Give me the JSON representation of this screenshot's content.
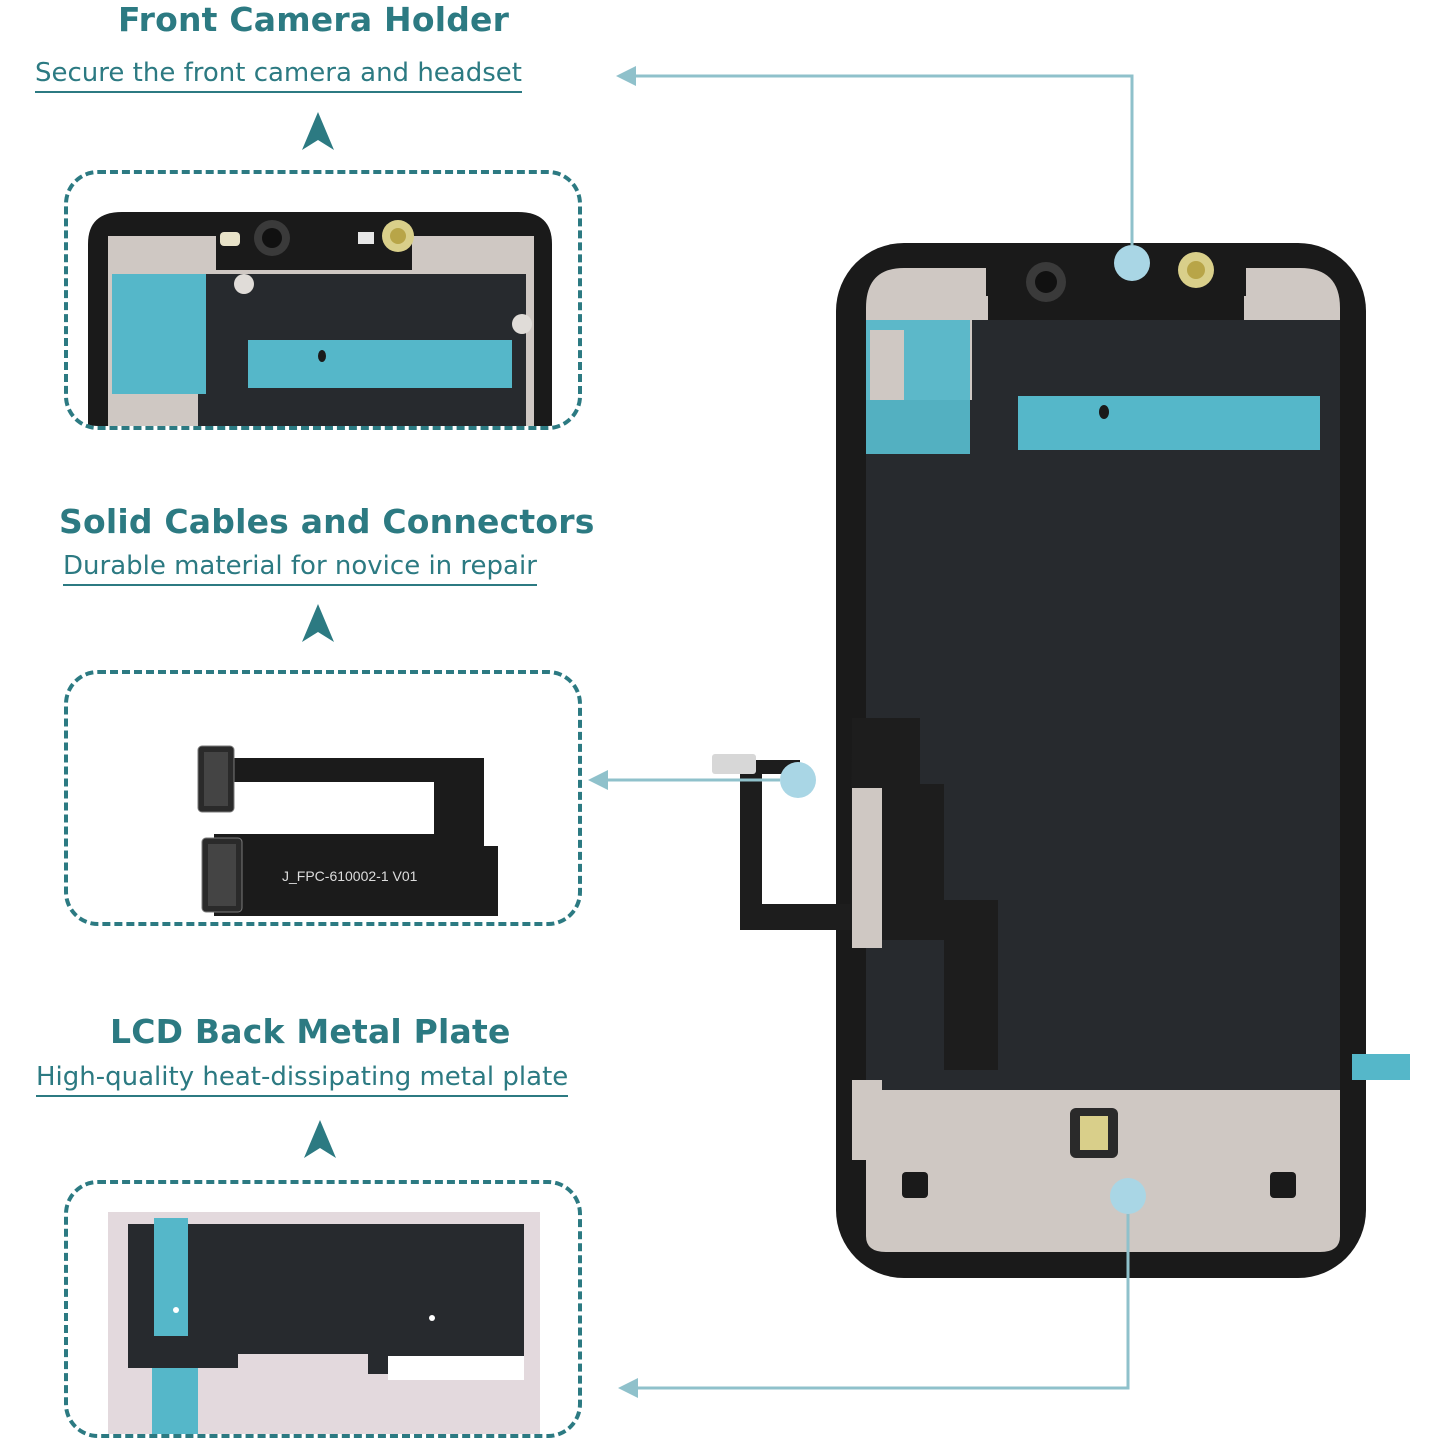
{
  "sections": [
    {
      "title": "Front Camera Holder",
      "subtitle": "Secure the front camera and headset"
    },
    {
      "title": "Solid Cables and Connectors",
      "subtitle": "Durable material for novice in repair"
    },
    {
      "title": "LCD Back Metal Plate",
      "subtitle": "High-quality heat-dissipating metal plate"
    }
  ],
  "cable_label": "J_FPC-610002-1 V01",
  "colors": {
    "accent": "#2c7a82",
    "callout_line": "#8fc1cb",
    "callout_dot": "#a9d6e5",
    "panel_black": "#1a1a1a",
    "panel_dark": "#272a2e",
    "metal": "#cfc8c3",
    "tape": "#55b7c9"
  }
}
